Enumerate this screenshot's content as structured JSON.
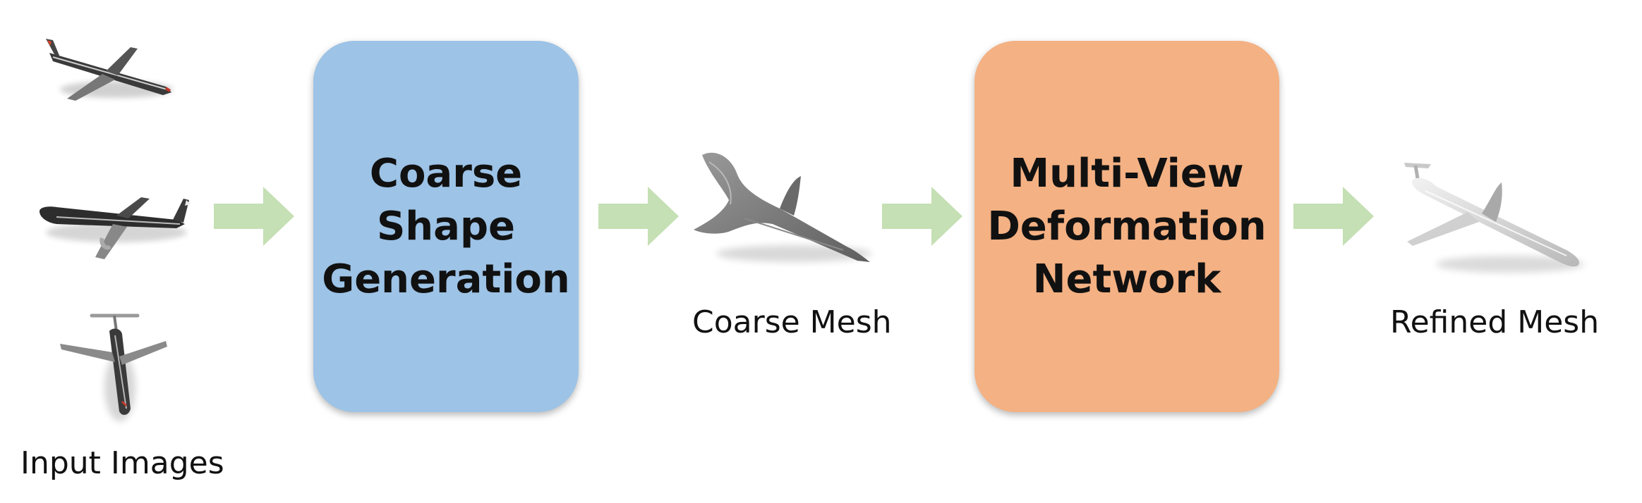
{
  "diagram": {
    "stages": [
      {
        "label": "Coarse\nShape\nGeneration",
        "color": "#9dc3e6"
      },
      {
        "label": "Multi-View\nDeformation\nNetwork",
        "color": "#f4b183"
      }
    ],
    "captions": {
      "input": "Input Images",
      "coarse": "Coarse Mesh",
      "refined": "Refined Mesh"
    },
    "arrow_color": "#c5e0b4",
    "illustrations": {
      "input_images": [
        "airplane-image-icon",
        "airplane-image-icon",
        "airplane-image-icon"
      ],
      "coarse_mesh": "coarse-mesh-icon",
      "refined_mesh": "refined-mesh-icon"
    }
  }
}
